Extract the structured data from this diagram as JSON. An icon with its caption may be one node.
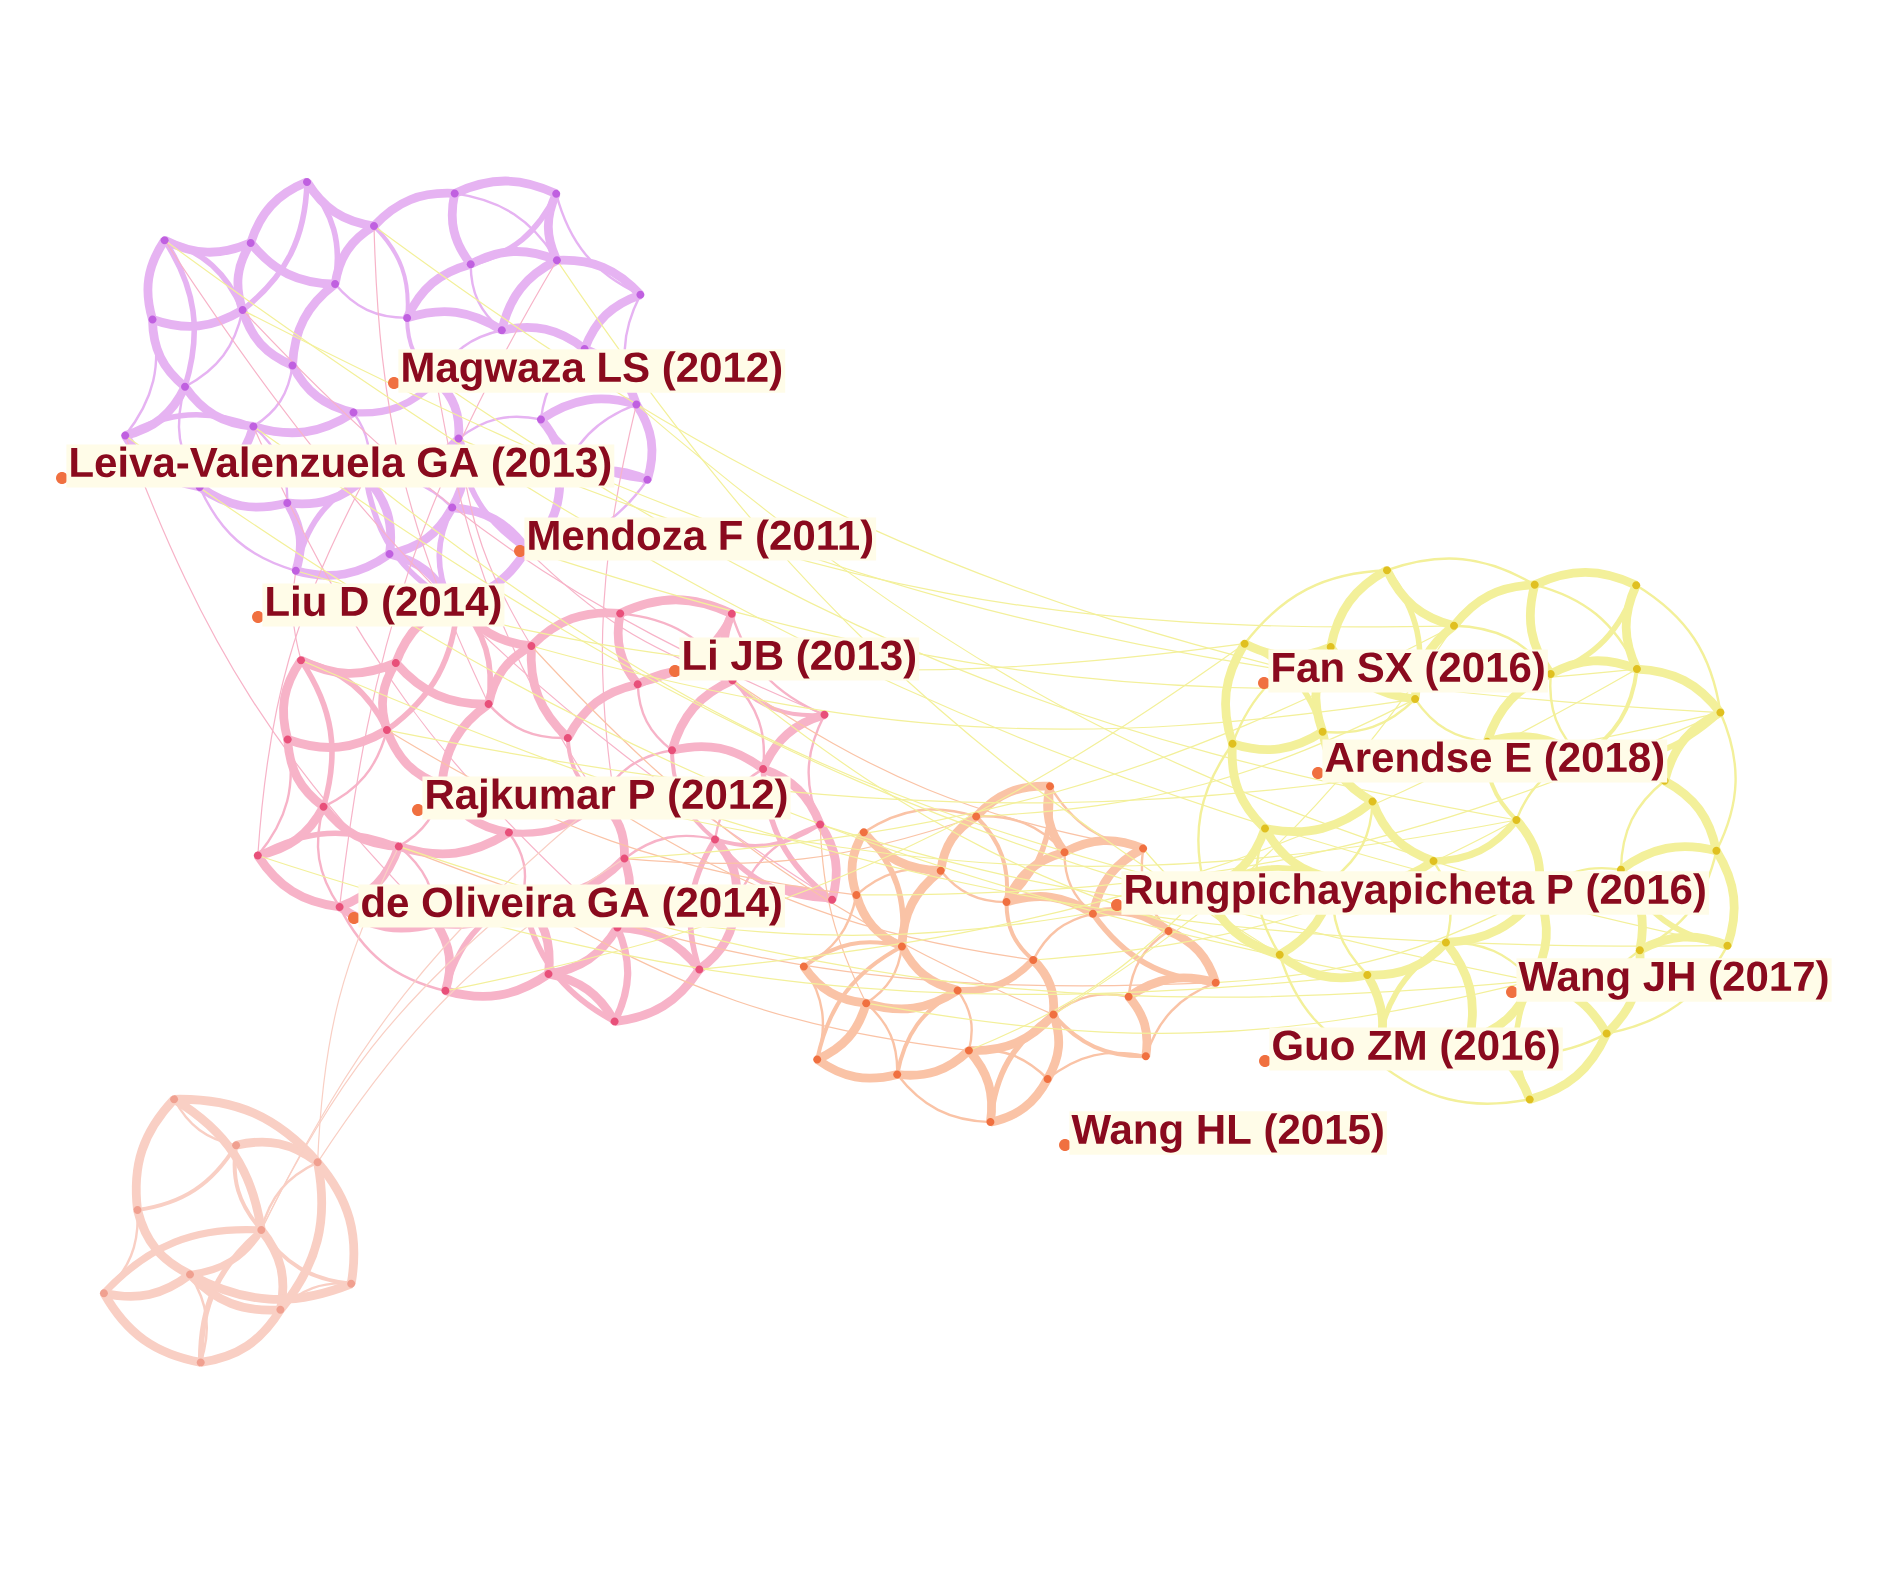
{
  "diagram": {
    "labels": [
      "Magwaza LS (2012)",
      "Leiva-Valenzuela GA (2013)",
      "Mendoza F (2011)",
      "Liu D (2014)",
      "Li JB (2013)",
      "Fan SX (2016)",
      "Arendse E (2018)",
      "Rajkumar P (2012)",
      "Rungpichayapicheta P (2016)",
      "de Oliveira GA (2014)",
      "Wang JH (2017)",
      "Guo ZM (2016)",
      "Wang HL (2015)"
    ]
  }
}
